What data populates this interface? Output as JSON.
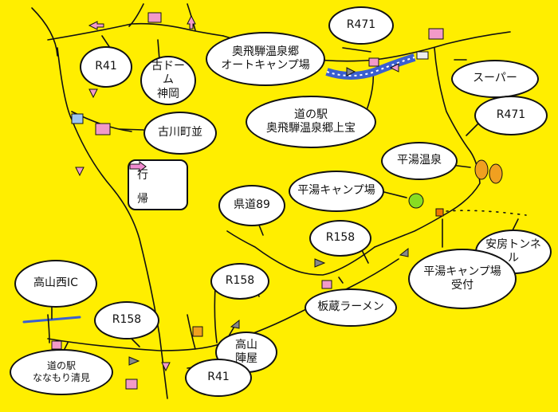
{
  "labels": {
    "r41_top": "R41",
    "dome": [
      "古ドーム",
      "神岡"
    ],
    "r471_top": "R471",
    "camp_auto": [
      "奥飛騨温泉郷",
      "オートキャンプ場"
    ],
    "michi_oku": [
      "道の駅",
      "奥飛騨温泉郷上宝"
    ],
    "super": "スーパー",
    "r471_right": "R471",
    "furukawa": "古川町並",
    "hirayu_onsen": "平湯温泉",
    "hirayu_camp": "平湯キャンプ場",
    "kendo89": "県道89",
    "r158_mid": "R158",
    "anbo": "安房トンネル",
    "hirayu_uketsuke": [
      "平湯キャンプ場",
      "受付"
    ],
    "r158_mid2": "R158",
    "itakura": "板蔵ラーメン",
    "takayama_ic": "高山西IC",
    "r158_left": "R158",
    "takayama_jinya": [
      "高山",
      "陣屋"
    ],
    "r41_bottom": "R41",
    "michi_nanamori": [
      "道の駅",
      "ななもり清見"
    ]
  },
  "legend": {
    "outbound": "行",
    "return": "帰",
    "outbound_color": "#888888",
    "return_color": "#f08ad0"
  },
  "colors": {
    "background": "#ffee00",
    "road": "#111111",
    "river": "#3a5fd0",
    "poi": "#f29ac8",
    "onsen": "#f0a020",
    "camp": "#88dd22",
    "reception": "#f07a00"
  }
}
